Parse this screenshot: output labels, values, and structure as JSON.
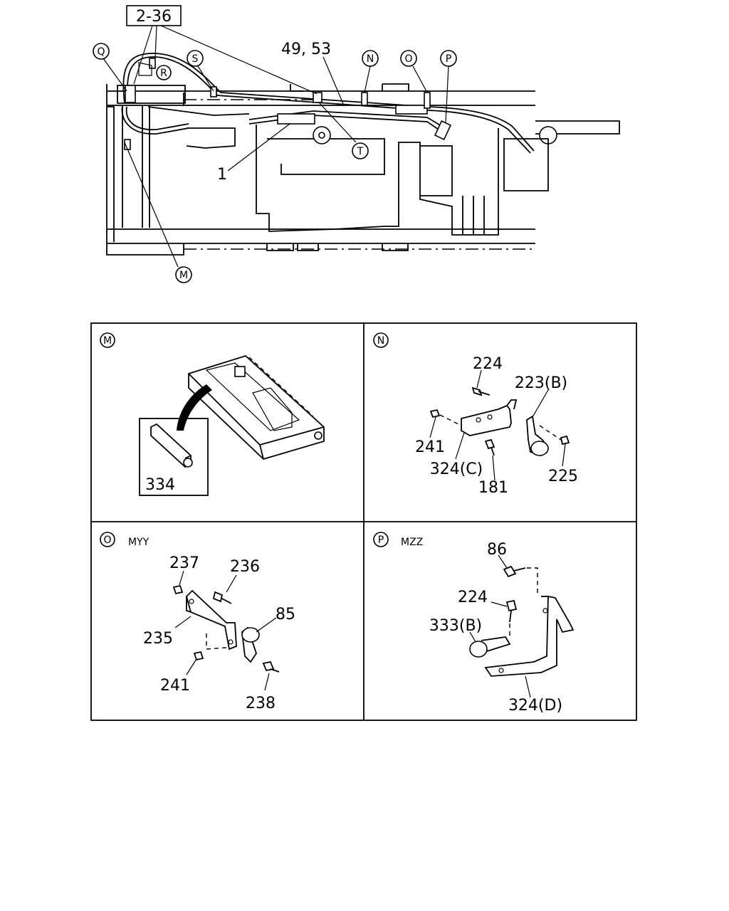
{
  "main": {
    "ref_box": "2-36",
    "labels": {
      "l_4953": "49, 53",
      "l_1": "1"
    },
    "callouts": {
      "Q": "Q",
      "R": "R",
      "S": "S",
      "N": "N",
      "O": "O",
      "P": "P",
      "T": "T",
      "M": "M"
    }
  },
  "panels": {
    "M": {
      "id": "M",
      "code": "",
      "parts": {
        "p334": "334"
      }
    },
    "N": {
      "id": "N",
      "code": "",
      "parts": {
        "p224": "224",
        "p223b": "223(B)",
        "p241": "241",
        "p324c": "324(C)",
        "p225": "225",
        "p181": "181"
      }
    },
    "O": {
      "id": "O",
      "code": "MYY",
      "parts": {
        "p237": "237",
        "p236": "236",
        "p85": "85",
        "p235": "235",
        "p241": "241",
        "p238": "238"
      }
    },
    "P": {
      "id": "P",
      "code": "MZZ",
      "parts": {
        "p86": "86",
        "p224": "224",
        "p333b": "333(B)",
        "p324d": "324(D)"
      }
    }
  }
}
